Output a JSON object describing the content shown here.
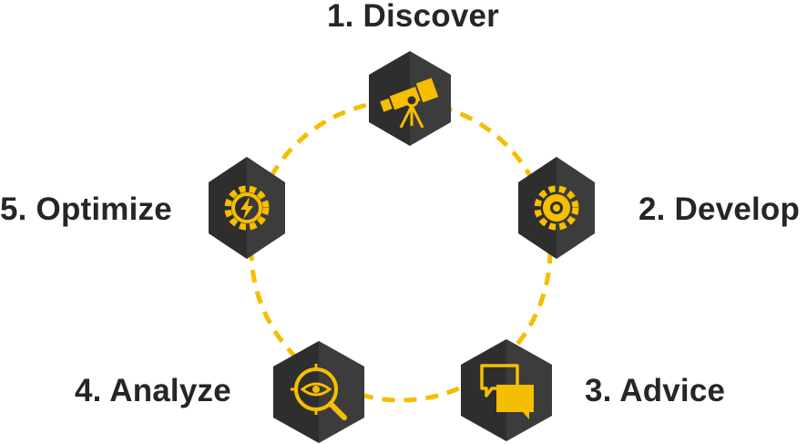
{
  "diagram": {
    "colors": {
      "accent": "#f6be00",
      "hex_dark": "#2e2e2e",
      "hex_light": "#3c3c3c",
      "text": "#262626"
    },
    "steps": [
      {
        "label": "1. Discover",
        "icon": "telescope-icon"
      },
      {
        "label": "2. Develop",
        "icon": "gear-icon"
      },
      {
        "label": "3. Advice",
        "icon": "chat-bubbles-icon"
      },
      {
        "label": "4. Analyze",
        "icon": "eye-magnifier-icon"
      },
      {
        "label": "5. Optimize",
        "icon": "gear-lightning-icon"
      }
    ]
  }
}
